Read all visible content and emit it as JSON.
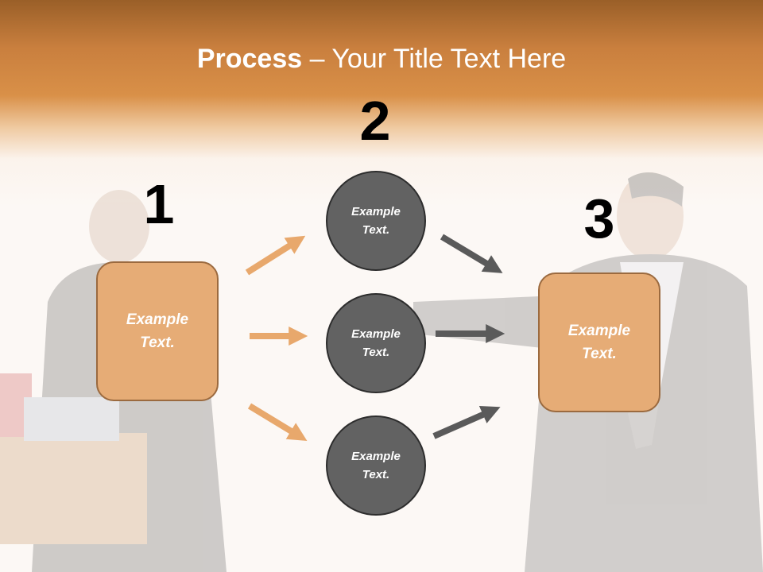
{
  "title": {
    "bold": "Process",
    "rest": " – Your Title Text Here"
  },
  "steps": {
    "one": "1",
    "two": "2",
    "three": "3"
  },
  "left_box": {
    "line1": "Example",
    "line2": "Text."
  },
  "right_box": {
    "line1": "Example",
    "line2": "Text."
  },
  "circles": [
    {
      "line1": "Example",
      "line2": "Text."
    },
    {
      "line1": "Example",
      "line2": "Text."
    },
    {
      "line1": "Example",
      "line2": "Text."
    }
  ],
  "colors": {
    "box_fill": "#e6ac76",
    "circle_fill": "#626262",
    "arrow_orange": "#e8a86c",
    "arrow_gray": "#5a5a5a",
    "header_orange": "#d99048"
  }
}
